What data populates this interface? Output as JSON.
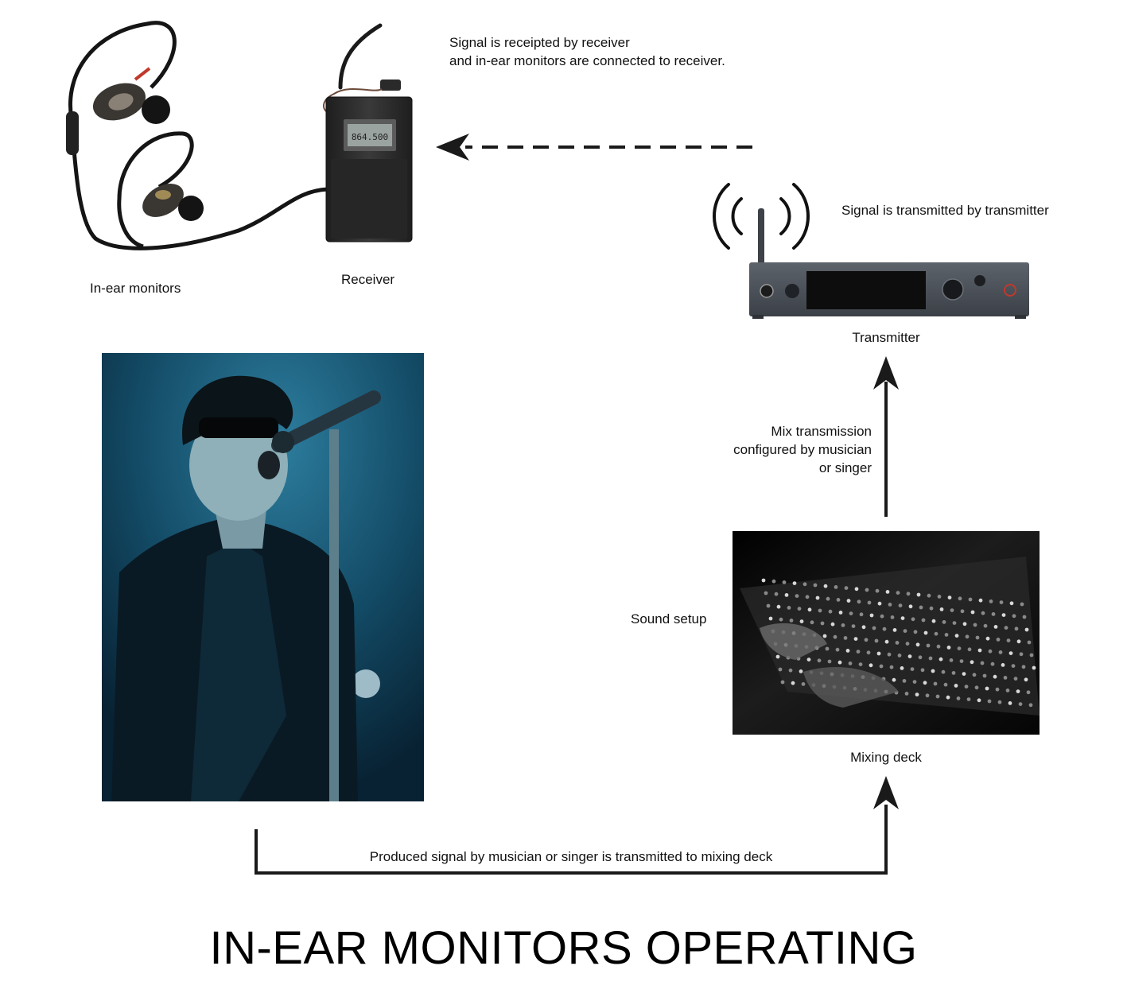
{
  "title": "IN-EAR MONITORS OPERATING",
  "labels": {
    "receiver_note_line1": "Signal is receipted by receiver",
    "receiver_note_line2": "and in-ear monitors are connected to receiver.",
    "in_ear_monitors": "In-ear monitors",
    "receiver": "Receiver",
    "transmitter_note": "Signal is transmitted by transmitter",
    "transmitter": "Transmitter",
    "mix_line1": "Mix transmission",
    "mix_line2": "configured by musician",
    "mix_line3": "or singer",
    "sound_setup": "Sound setup",
    "mixing_deck": "Mixing deck",
    "produced_signal": "Produced signal by musician or singer is transmitted to mixing deck"
  },
  "receiver_display": "864.500",
  "colors": {
    "text": "#111111",
    "arrow": "#1a1a1a",
    "singer_photo_bg": "#0f3a52",
    "mixer_photo_bg": "#050505",
    "transmitter_body": "#4a4f57",
    "receiver_body": "#2b2b2b",
    "power_led": "#c0392b"
  },
  "icons": {
    "earphones": "in-ear-monitor-icon",
    "receiver": "bodypack-receiver-icon",
    "transmitter": "rack-transmitter-icon",
    "wireless": "wireless-signal-icon",
    "singer": "singer-photo",
    "mixer": "mixing-deck-photo"
  }
}
